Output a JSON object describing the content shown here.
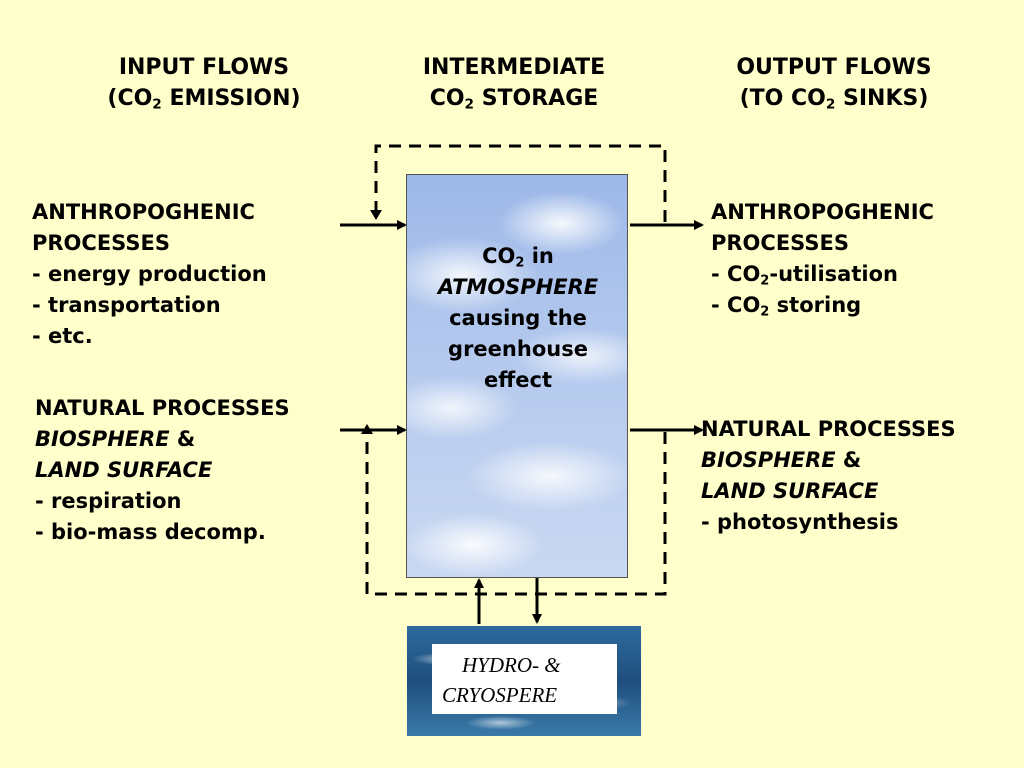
{
  "headers": {
    "input": {
      "line1": "INPUT FLOWS",
      "line2_pre": "(CO",
      "line2_sub": "2",
      "line2_post": " EMISSION)"
    },
    "intermediate": {
      "line1": "INTERMEDIATE",
      "line2_pre": "CO",
      "line2_sub": "2",
      "line2_post": " STORAGE"
    },
    "output": {
      "line1": "OUTPUT FLOWS",
      "line2_pre": "(TO CO",
      "line2_sub": "2",
      "line2_post": " SINKS)"
    }
  },
  "input_anthro": {
    "title1": "ANTHROPOGHENIC",
    "title2": "PROCESSES",
    "items": [
      "- energy production",
      "- transportation",
      "- etc."
    ]
  },
  "input_natural": {
    "title": "NATURAL PROCESSES",
    "sub1": "BIOSPHERE",
    "sub1_suffix": " &",
    "sub2": "LAND SURFACE",
    "items": [
      "- respiration",
      "- bio-mass decomp."
    ]
  },
  "output_anthro": {
    "title1": "ANTHROPOGHENIC",
    "title2": "PROCESSES",
    "item1_pre": "- CO",
    "item1_sub": "2",
    "item1_post": "-utilisation",
    "item2_pre": "- CO",
    "item2_sub": "2",
    "item2_post": " storing"
  },
  "output_natural": {
    "title": "NATURAL PROCESSES",
    "sub1": "BIOSPHERE",
    "sub1_suffix": " &",
    "sub2": "LAND SURFACE",
    "items": [
      "- photosynthesis"
    ]
  },
  "atmosphere": {
    "line1_pre": "CO",
    "line1_sub": "2",
    "line1_post": " in",
    "line2": "ATMOSPHERE",
    "line3": "causing the",
    "line4": "greenhouse",
    "line5": "effect"
  },
  "hydro": {
    "line1": "HYDRO- &",
    "line2": "CRYOSPERE"
  }
}
